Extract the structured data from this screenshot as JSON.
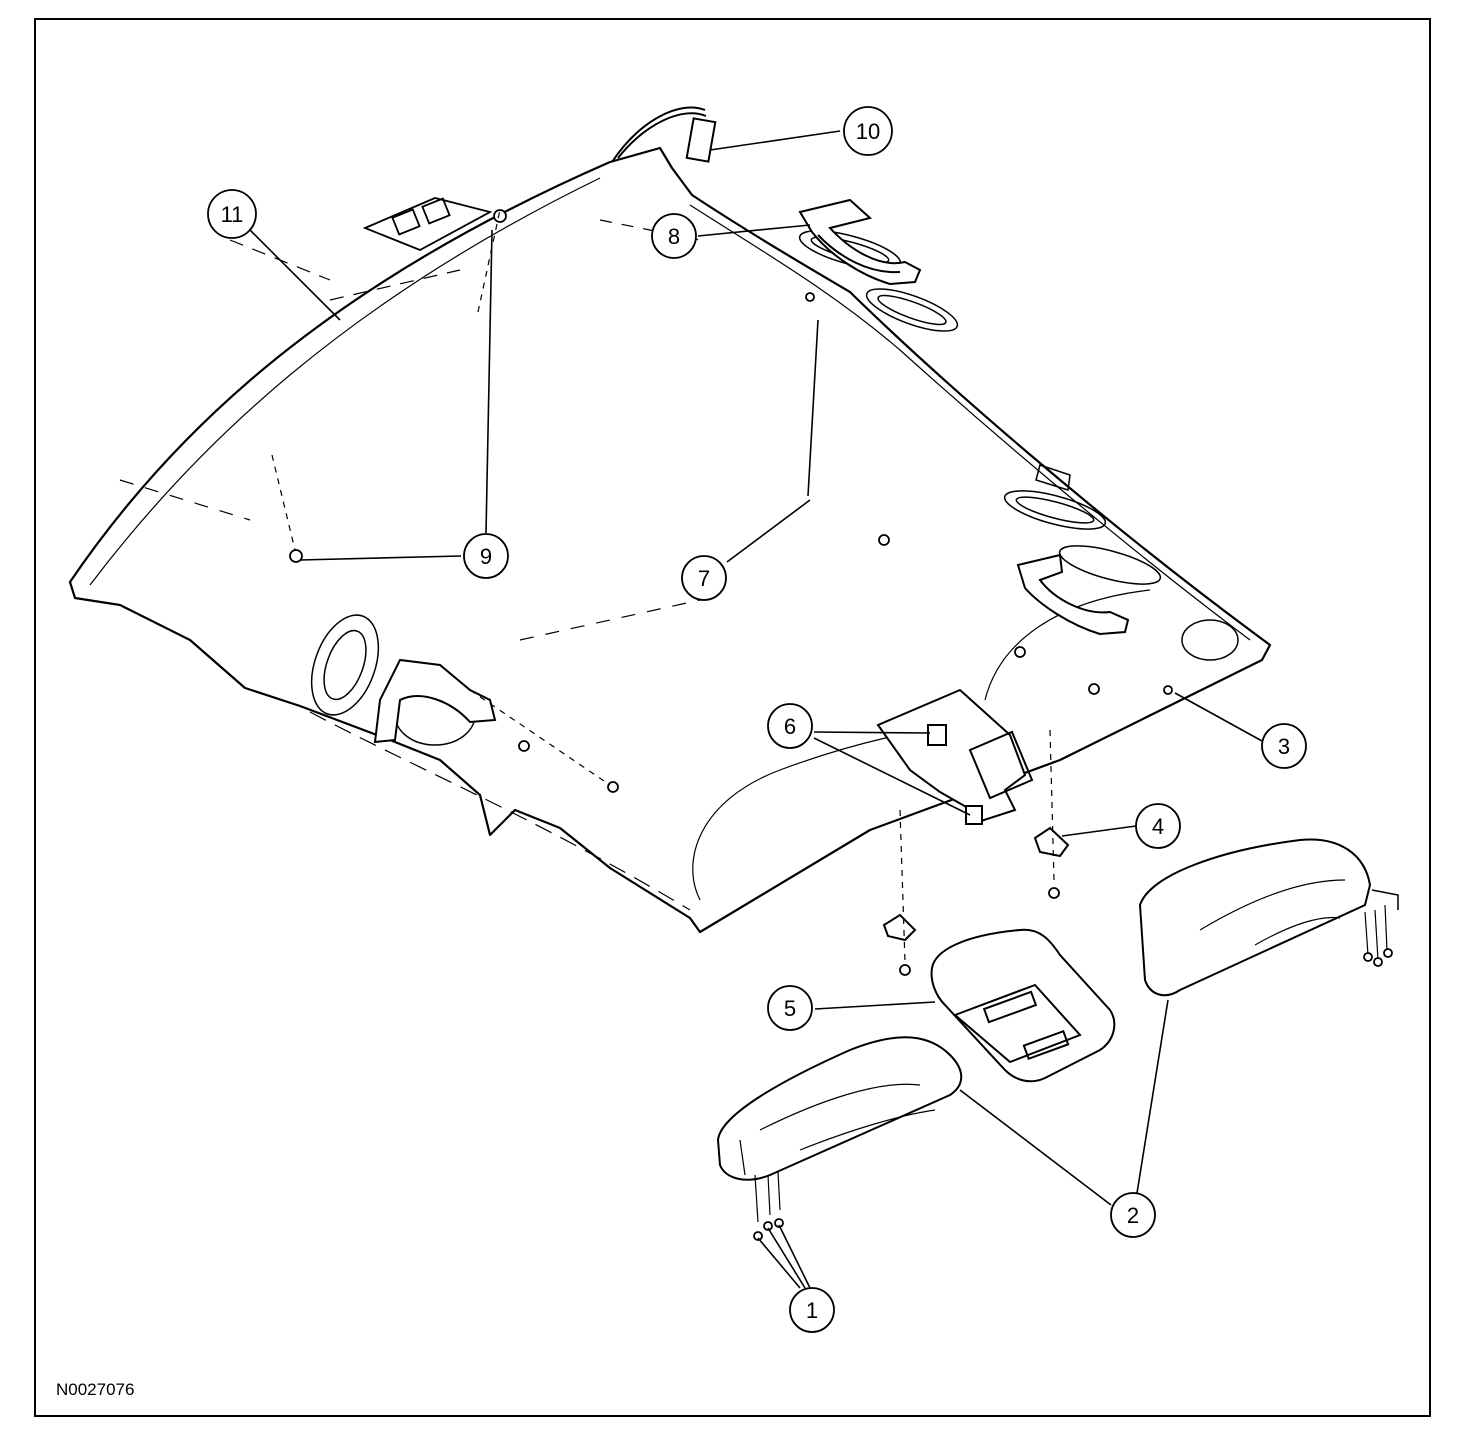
{
  "figure": {
    "id": "N0027076",
    "stroke_color": "#000000",
    "background_color": "#ffffff"
  },
  "callouts": [
    {
      "number": "1"
    },
    {
      "number": "2"
    },
    {
      "number": "3"
    },
    {
      "number": "4"
    },
    {
      "number": "5"
    },
    {
      "number": "6"
    },
    {
      "number": "7"
    },
    {
      "number": "8"
    },
    {
      "number": "9"
    },
    {
      "number": "10"
    },
    {
      "number": "11"
    }
  ]
}
